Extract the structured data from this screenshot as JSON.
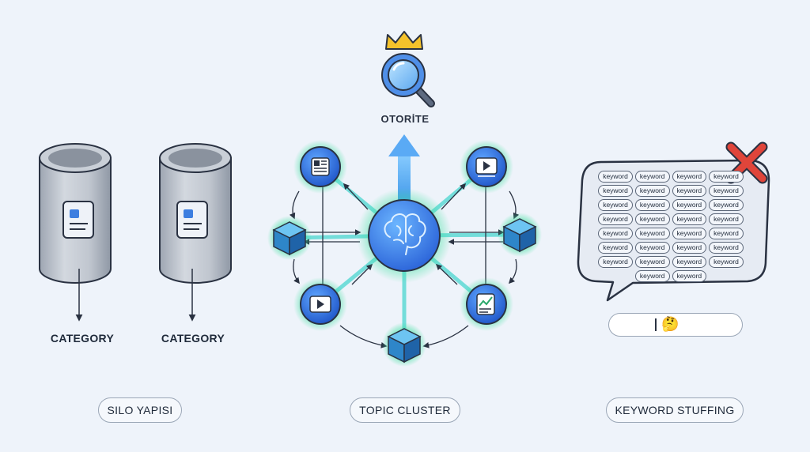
{
  "silo": {
    "columns": [
      {
        "label": "CATEGORY"
      },
      {
        "label": "CATEGORY"
      }
    ],
    "caption": "SILO YAPISI"
  },
  "cluster": {
    "top_label": "OTORİTE",
    "caption": "TOPIC CLUSTER"
  },
  "stuffing": {
    "keywords": [
      "keyword",
      "keyword",
      "keyword",
      "keyword",
      "keyword",
      "keyword",
      "keyword",
      "keyword",
      "keyword",
      "keyword",
      "keyword",
      "keyword",
      "keyword",
      "keyword",
      "keyword",
      "keyword",
      "keyword",
      "keyword",
      "keyword",
      "keyword",
      "keyword",
      "keyword",
      "keyword",
      "keyword",
      "keyword",
      "keyword",
      "keyword",
      "keyword",
      "keyword",
      "keyword"
    ],
    "search_emoji": "🤔",
    "caption": "KEYWORD STUFFING"
  },
  "colors": {
    "background": "#eef3fa",
    "cylinder": "#b9c0ca",
    "node_blue": "#2f6fe0",
    "glow_green": "#3ee0a0",
    "cube": "#2e9ad6",
    "reject_red": "#e0453a"
  }
}
